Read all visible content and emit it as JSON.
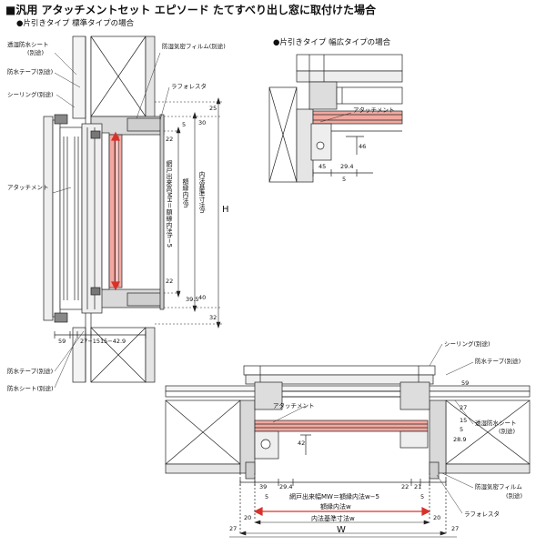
{
  "title": "■汎用 アタッチメントセット エピソード たてすべり出し窓に取付けた場合",
  "sections": {
    "standard": "●片引きタイプ 標準タイプの場合",
    "wide": "●片引きタイプ 幅広タイプの場合"
  },
  "labels": {
    "tou_shita_sheet": "透湿防水シート",
    "betto": "(別途)",
    "bousui_tape_top": "防水テープ(別途)",
    "sealing_top": "シーリング(別途)",
    "bousitsu_film_top": "防湿気密フィルム(別途)",
    "lafforesta_top": "ラフォレスタ",
    "attachment_left": "アタッチメント",
    "bousui_tape_bottom": "防水テープ(別途)",
    "bousui_sheet_bottom": "防水シート(別途)",
    "attachment_wide": "アタッチメント",
    "sealing_right": "シーリング(別途)",
    "bousui_tape_right": "防水テープ(別途)",
    "attachment_bottom": "アタッチメント",
    "tou_sheet_right": "透湿防水シート",
    "tou_sheet_right_betto": "(別途)",
    "bousitsu_film_right": "防湿気密フィルム",
    "bousitsu_film_right_betto": "(別途)",
    "lafforesta_right": "ラフォレスタ"
  },
  "vertical_text": {
    "amido_h": "網戸出来高MH＝額縁内法h−5",
    "gakubuchi_h": "額縁内法h",
    "naihou_h": "内法基準寸法h",
    "H": "H"
  },
  "dims_left": {
    "d25": "25",
    "d30": "30",
    "d5": "5",
    "d22a": "22",
    "d22b": "22",
    "d39_5": "39.5",
    "d40": "40",
    "d32": "32",
    "d59": "59",
    "d_row": "27−1515−42.9"
  },
  "dims_wide": {
    "d46": "46",
    "d45": "45",
    "d29_4": "29.4",
    "d5": "5"
  },
  "dims_bottom": {
    "d59": "59",
    "d27": "27",
    "d15": "15",
    "d5": "5",
    "d28_9": "28.9",
    "d42": "42",
    "d39": "39",
    "d29_4": "29.4",
    "d5b": "5",
    "d22": "22",
    "d21": "21",
    "d5c": "5",
    "d20a": "20",
    "d20b": "20",
    "d27a": "27",
    "d27b": "27",
    "amido_w": "網戸出来幅MW＝額縁内法w−5",
    "gakubuchi_w": "額縁内法w",
    "naihou_w": "内法基準寸法w",
    "W": "W"
  },
  "colors": {
    "highlight": "#f2a8a0",
    "arrow": "#d8322a",
    "line": "#222222",
    "wood": "#d9d9d9"
  }
}
